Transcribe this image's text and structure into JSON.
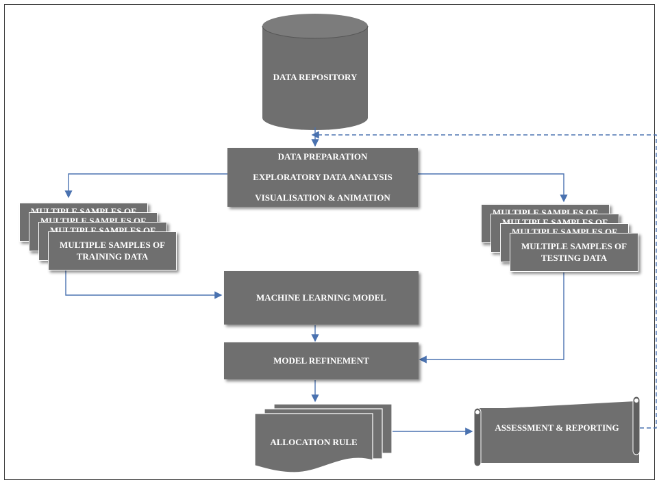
{
  "data_repository": "DATA REPOSITORY",
  "data_preparation": {
    "lines": [
      "DATA PREPARATION",
      "EXPLORATORY DATA ANALYSIS",
      "VISUALISATION & ANIMATION"
    ]
  },
  "training_stack": {
    "back_label": "MULTIPLE SAMPLES OF",
    "front_line1": "MULTIPLE SAMPLES OF",
    "front_line2": "TRAINING DATA"
  },
  "testing_stack": {
    "back_label": "MULTIPLE SAMPLES OF",
    "front_line1": "MULTIPLE SAMPLES OF",
    "front_line2": "TESTING DATA"
  },
  "machine_learning_model": "MACHINE LEARNING MODEL",
  "model_refinement": "MODEL REFINEMENT",
  "allocation_rule": "ALLOCATION RULE",
  "assessment_reporting": "ASSESSMENT & REPORTING",
  "colors": {
    "node_fill": "#6f6f6f",
    "connector": "#4a72b0",
    "frame": "#3a3a3a"
  }
}
